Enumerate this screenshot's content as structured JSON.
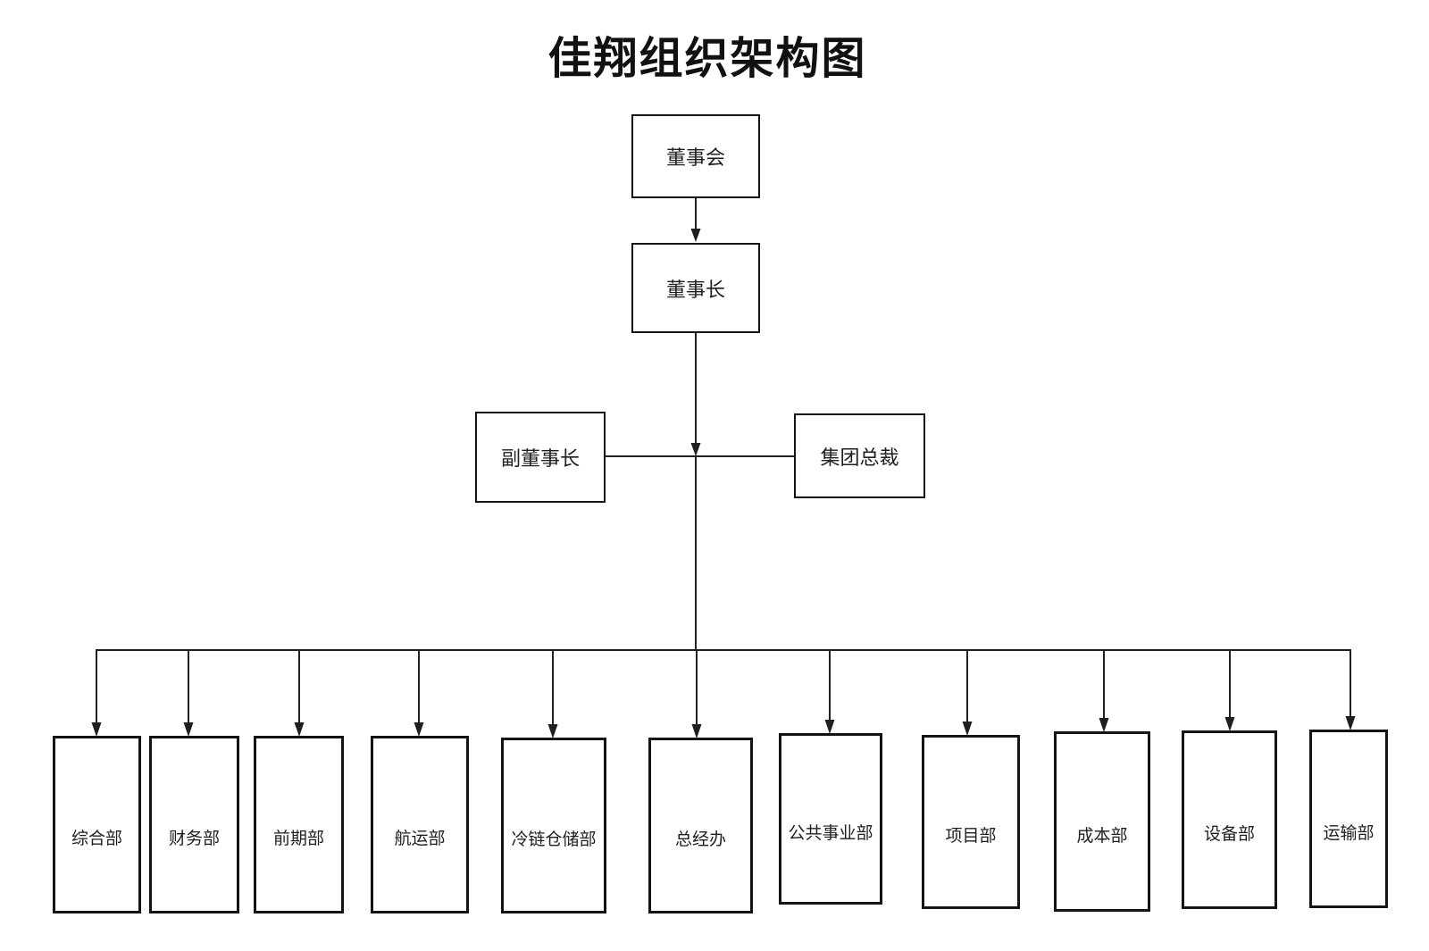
{
  "title": "佳翔组织架构图",
  "nodes": {
    "board": {
      "label": "董事会"
    },
    "chairman": {
      "label": "董事长"
    },
    "vice_chairman": {
      "label": "副董事长"
    },
    "president": {
      "label": "集团总裁"
    }
  },
  "departments": [
    {
      "label": "综合部"
    },
    {
      "label": "财务部"
    },
    {
      "label": "前期部"
    },
    {
      "label": "航运部"
    },
    {
      "label": "冷链仓储部"
    },
    {
      "label": "总经办"
    },
    {
      "label": "公共事业部"
    },
    {
      "label": "项目部"
    },
    {
      "label": "成本部"
    },
    {
      "label": "设备部"
    },
    {
      "label": "运输部"
    }
  ],
  "edges": [
    {
      "from": "董事会",
      "to": "董事长"
    },
    {
      "from": "董事长",
      "to": "副董事长"
    },
    {
      "from": "董事长",
      "to": "集团总裁"
    },
    {
      "from": "董事长",
      "to": "综合部"
    },
    {
      "from": "董事长",
      "to": "财务部"
    },
    {
      "from": "董事长",
      "to": "前期部"
    },
    {
      "from": "董事长",
      "to": "航运部"
    },
    {
      "from": "董事长",
      "to": "冷链仓储部"
    },
    {
      "from": "董事长",
      "to": "总经办"
    },
    {
      "from": "董事长",
      "to": "公共事业部"
    },
    {
      "from": "董事长",
      "to": "项目部"
    },
    {
      "from": "董事长",
      "to": "成本部"
    },
    {
      "from": "董事长",
      "to": "设备部"
    },
    {
      "from": "董事长",
      "to": "运输部"
    }
  ],
  "colors": {
    "background": "#ffffff",
    "line": "#1f1f1f",
    "box_border": "#141414",
    "text": "#1a1a1a"
  }
}
